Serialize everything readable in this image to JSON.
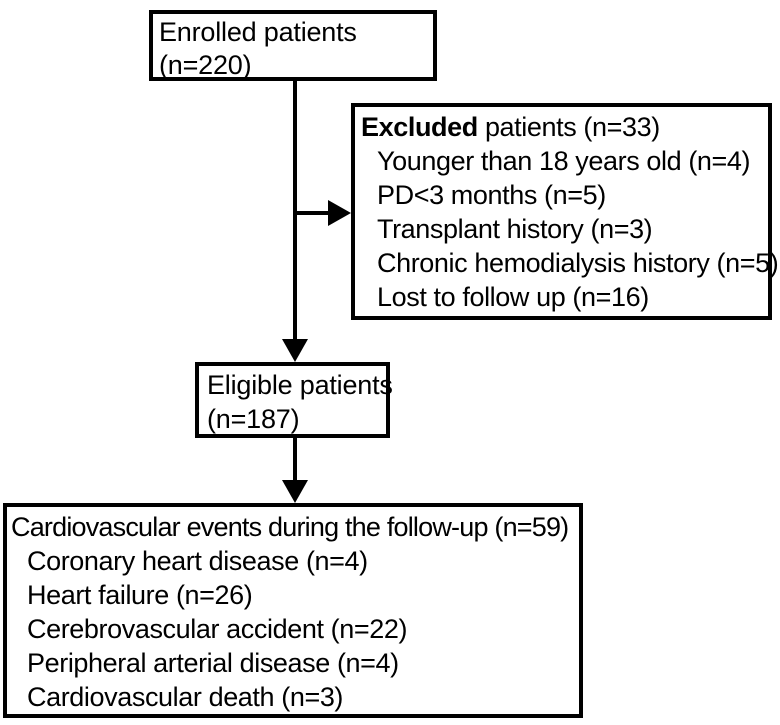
{
  "colors": {
    "ink": "#000000",
    "paper": "#ffffff"
  },
  "boxes": {
    "enrolled": {
      "lines": [
        "Enrolled patients",
        "(n=220)"
      ]
    },
    "excluded": {
      "title_bold": "Excluded",
      "title_rest": " patients (n=33)",
      "items": [
        "Younger than 18 years old (n=4)",
        "PD<3 months (n=5)",
        "Transplant history (n=3)",
        "Chronic hemodialysis history (n=5)",
        "Lost to follow up (n=16)"
      ]
    },
    "eligible": {
      "lines": [
        "Eligible patients",
        "(n=187)"
      ]
    },
    "events": {
      "title": "Cardiovascular events during the follow-up (n=59)",
      "items": [
        "Coronary heart disease (n=4)",
        "Heart failure (n=26)",
        "Cerebrovascular accident (n=22)",
        "Peripheral arterial disease (n=4)",
        "Cardiovascular death (n=3)"
      ]
    }
  }
}
